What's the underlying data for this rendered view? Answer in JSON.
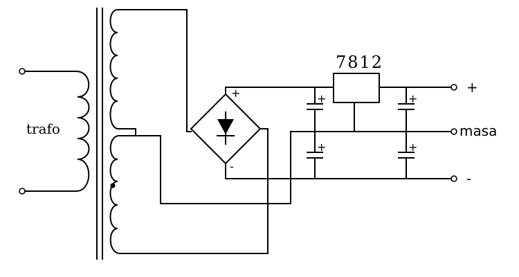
{
  "transformer": {
    "label": "trafo"
  },
  "regulator": {
    "label": "7812"
  },
  "bridge": {
    "plus_label": "+",
    "minus_label": "-"
  },
  "capacitors": {
    "plus_label": "+"
  },
  "outputs": {
    "positive": "+",
    "ground": "masa",
    "negative": "-"
  },
  "colors": {
    "wire": "#000000",
    "background": "#ffffff"
  }
}
